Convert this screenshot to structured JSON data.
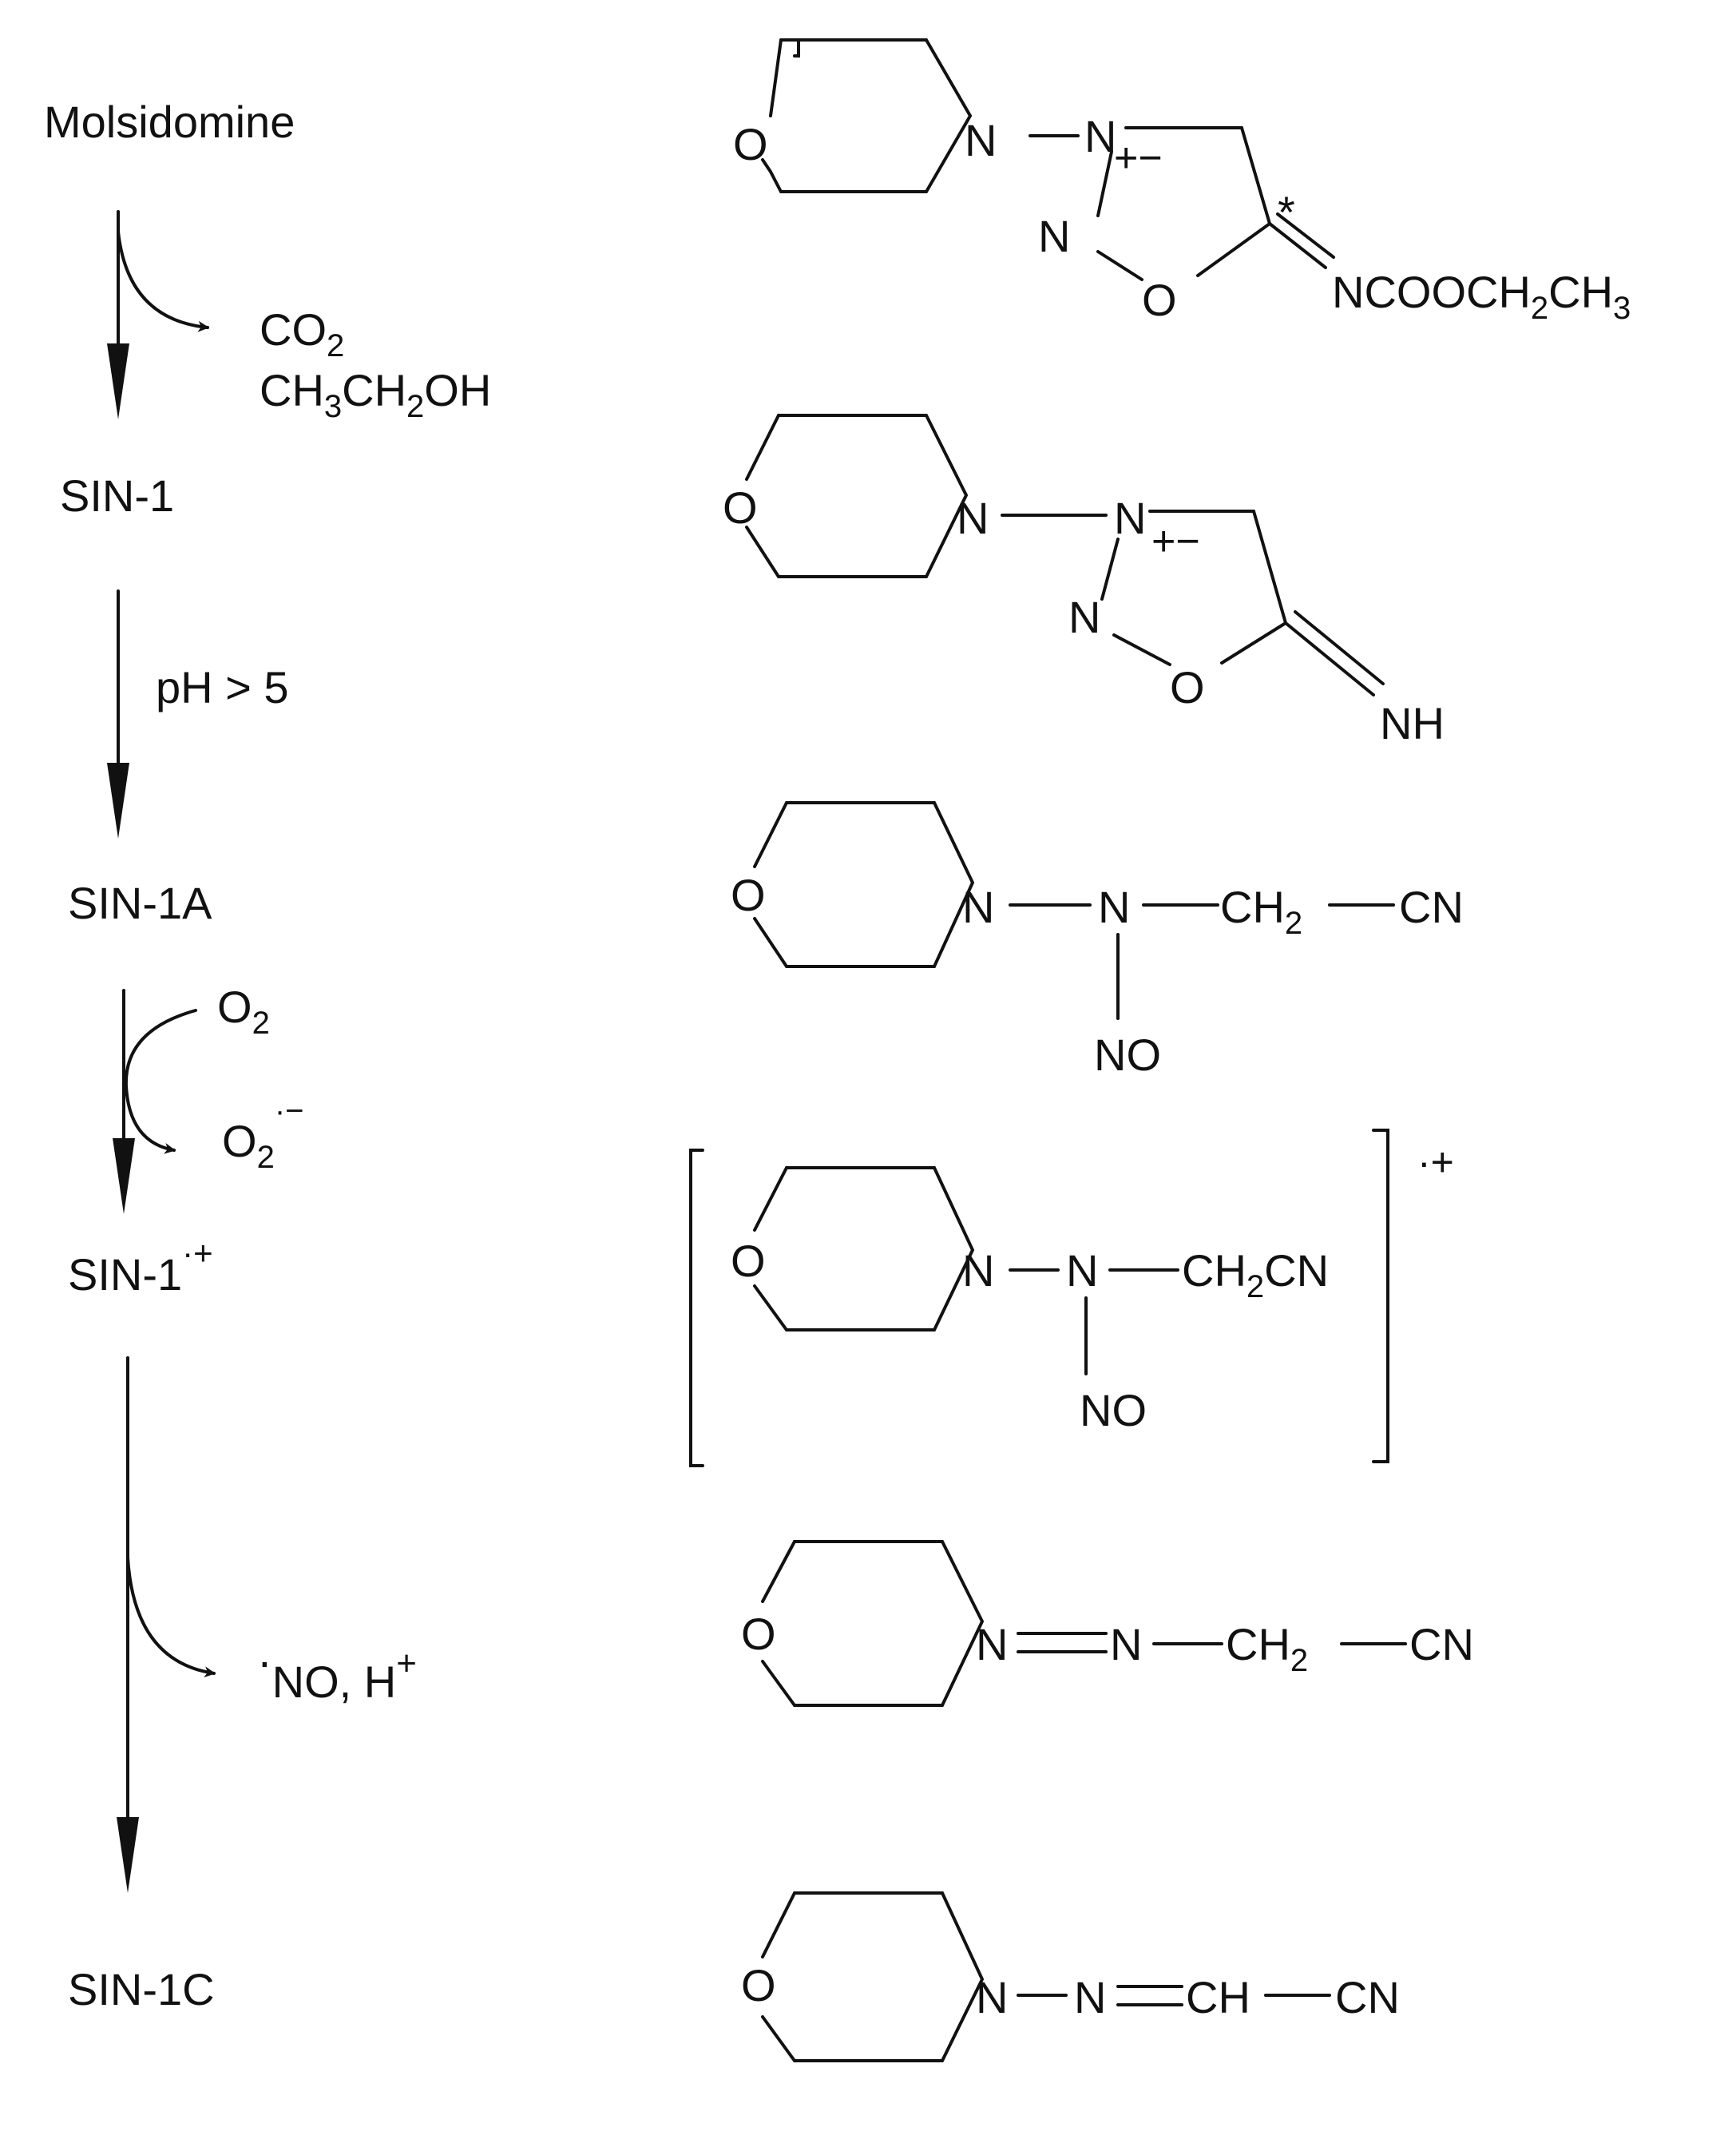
{
  "steps": [
    {
      "label": "Molsidomine"
    },
    {
      "label": "SIN-1"
    },
    {
      "label": "SIN-1A"
    },
    {
      "label": "SIN-1",
      "sup": "·+"
    },
    {
      "label": "SIN-1C"
    }
  ],
  "byproducts": {
    "co2": {
      "main": "CO",
      "sub": "2"
    },
    "ethanol": {
      "a": "CH",
      "s1": "3",
      "b": "CH",
      "s2": "2",
      "c": "OH"
    },
    "ph_condition": "pH > 5",
    "oxygen_in": {
      "main": "O",
      "sub": "2"
    },
    "superoxide_out": {
      "main": "O",
      "sub": "2",
      "sup": "·−"
    },
    "no_release": {
      "dot": "·",
      "main": "NO, H",
      "sup": "+"
    }
  },
  "atoms": {
    "O": "O",
    "N": "N",
    "charge": "+−",
    "star": "*",
    "NH": "NH",
    "NO": "NO",
    "CN": "CN",
    "CH": "CH",
    "H": "H",
    "sub2": "2",
    "N_dash": "N—",
    "N_eq": "N=",
    "eq_CH": "=CH",
    "dash_CN": "—CN",
    "NCOOCH": "NCOOCH",
    "CH2": "CH",
    "CH3": "CH",
    "sub3": "3"
  },
  "radical_cation": "·+"
}
